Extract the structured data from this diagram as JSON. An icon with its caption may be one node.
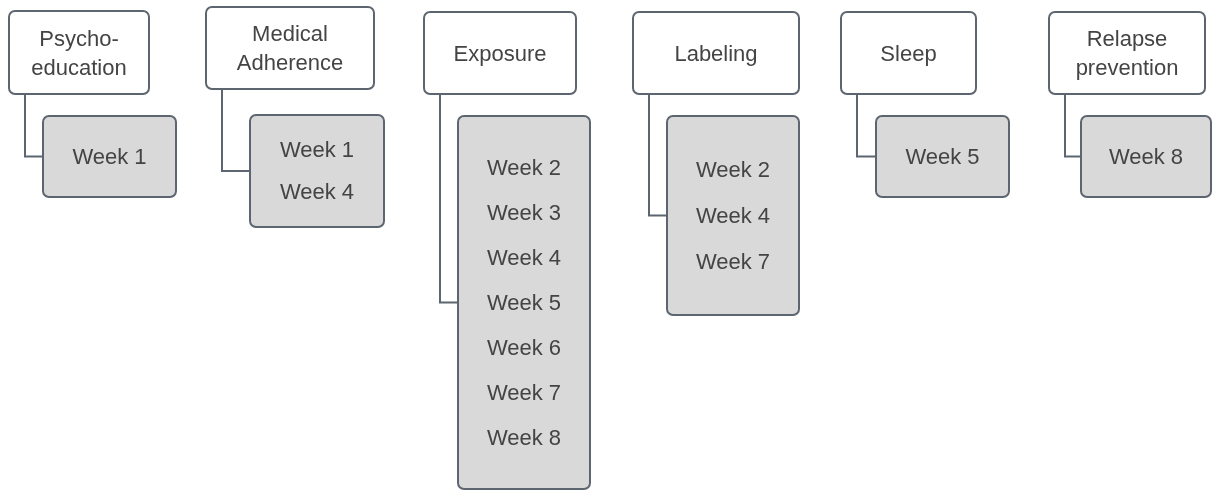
{
  "diagram": {
    "nodes": [
      {
        "text": [
          "Psycho-education"
        ]
      },
      {
        "text": [
          "Medical Adherence"
        ]
      },
      {
        "text": [
          "Exposure"
        ]
      },
      {
        "text": [
          "Labeling"
        ]
      },
      {
        "text": [
          "Sleep"
        ]
      },
      {
        "text": [
          "Relapse prevention"
        ]
      },
      {
        "text": [
          "Week 1"
        ]
      },
      {
        "text": [
          "Week 1",
          "Week 4"
        ]
      },
      {
        "text": [
          "Week 2",
          "Week 3",
          "Week 4",
          "Week 5",
          "Week 6",
          "Week 7",
          "Week 8"
        ]
      },
      {
        "text": [
          "Week 2",
          "Week 4",
          "Week 7"
        ]
      },
      {
        "text": [
          "Week 5"
        ]
      },
      {
        "text": [
          "Week 8"
        ]
      }
    ],
    "edges": [
      {
        "from": 0,
        "to": 6,
        "arrow": "none"
      },
      {
        "from": 1,
        "to": 7,
        "arrow": "none"
      },
      {
        "from": 2,
        "to": 8,
        "arrow": "none"
      },
      {
        "from": 3,
        "to": 9,
        "arrow": "none"
      },
      {
        "from": 4,
        "to": 10,
        "arrow": "none"
      },
      {
        "from": 5,
        "to": 11,
        "arrow": "none"
      }
    ]
  }
}
